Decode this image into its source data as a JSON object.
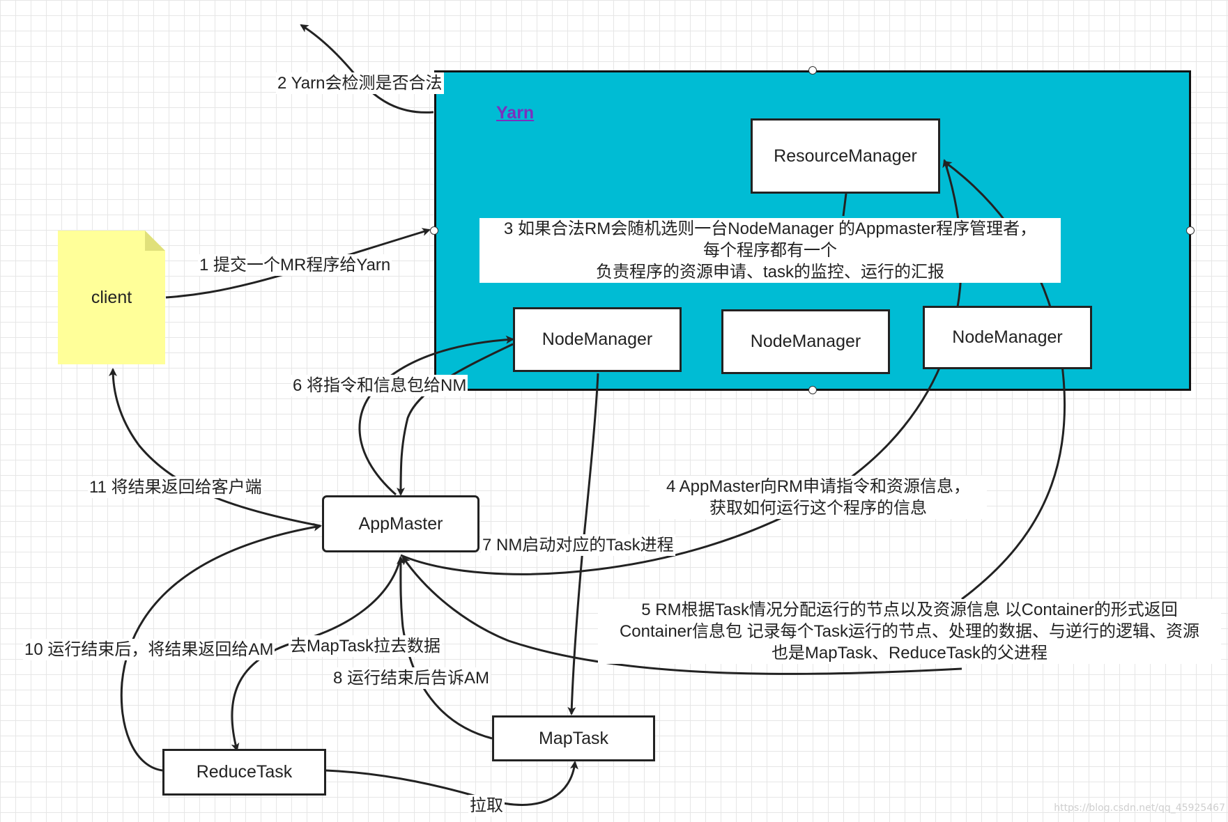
{
  "colors": {
    "yarn_fill": "#00bcd4",
    "client_fill": "#ffff99",
    "client_fold": "#e0e07a",
    "yarn_title": "#7b2fbe",
    "stroke": "#222222"
  },
  "yarn": {
    "title": "Yarn"
  },
  "nodes": {
    "client": "client",
    "resource_manager": "ResourceManager",
    "node_manager_1": "NodeManager",
    "node_manager_2": "NodeManager",
    "node_manager_3": "NodeManager",
    "app_master": "AppMaster",
    "map_task": "MapTask",
    "reduce_task": "ReduceTask"
  },
  "labels": {
    "step1": "1 提交一个MR程序给Yarn",
    "step2": "2 Yarn会检测是否合法",
    "step3": [
      "3 如果合法RM会随机选则一台NodeManager 的Appmaster程序管理者，",
      "每个程序都有一个",
      "负责程序的资源申请、task的监控、运行的汇报"
    ],
    "step4": [
      "4 AppMaster向RM申请指令和资源信息，",
      "获取如何运行这个程序的信息"
    ],
    "step5": [
      "5 RM根据Task情况分配运行的节点以及资源信息 以Container的形式返回",
      "Container信息包 记录每个Task运行的节点、处理的数据、与逆行的逻辑、资源",
      "也是MapTask、ReduceTask的父进程"
    ],
    "step6": "6 将指令和信息包给NM",
    "step7": "7 NM启动对应的Task进程",
    "step8": "8 运行结束后告诉AM",
    "step9": "去MapTask拉去数据",
    "step10": "10 运行结束后，将结果返回给AM",
    "step11": "11 将结果返回给客户端",
    "pull": "拉取"
  },
  "watermark": "https://blog.csdn.net/qq_45925467"
}
